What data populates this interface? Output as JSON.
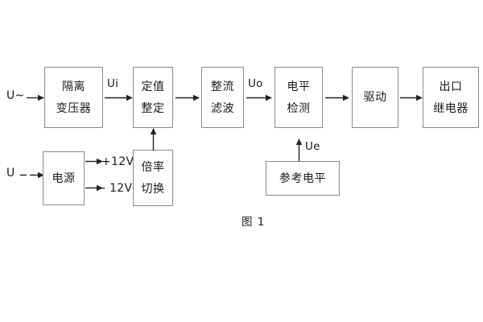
{
  "diagram": {
    "caption": "图 1",
    "blocks": [
      {
        "id": "isolation-transformer",
        "lines": [
          "隔离",
          "变压器"
        ]
      },
      {
        "id": "setting-value",
        "lines": [
          "定值",
          "整定"
        ]
      },
      {
        "id": "rectify-filter",
        "lines": [
          "整流",
          "滤波"
        ]
      },
      {
        "id": "level-detection",
        "lines": [
          "电平",
          "检测"
        ]
      },
      {
        "id": "drive",
        "lines": [
          "驱动"
        ]
      },
      {
        "id": "output-relay",
        "lines": [
          "出口",
          "继电器"
        ]
      },
      {
        "id": "power-supply",
        "lines": [
          "电源"
        ]
      },
      {
        "id": "multiplier-switch",
        "lines": [
          "倍率",
          "切换"
        ]
      },
      {
        "id": "reference-level",
        "lines": [
          "参考电平"
        ]
      }
    ],
    "inputs": {
      "ac_input": "U~",
      "dc_input": "U"
    },
    "signals": {
      "ui": "Ui",
      "uo": "Uo",
      "ue": "Ue"
    },
    "rails": {
      "positive": "+12V",
      "negative": "- 12V"
    },
    "colors": {
      "border": "#8a8a8a",
      "text": "#1a1a1a",
      "arrow": "#222222",
      "background": "#ffffff"
    }
  }
}
